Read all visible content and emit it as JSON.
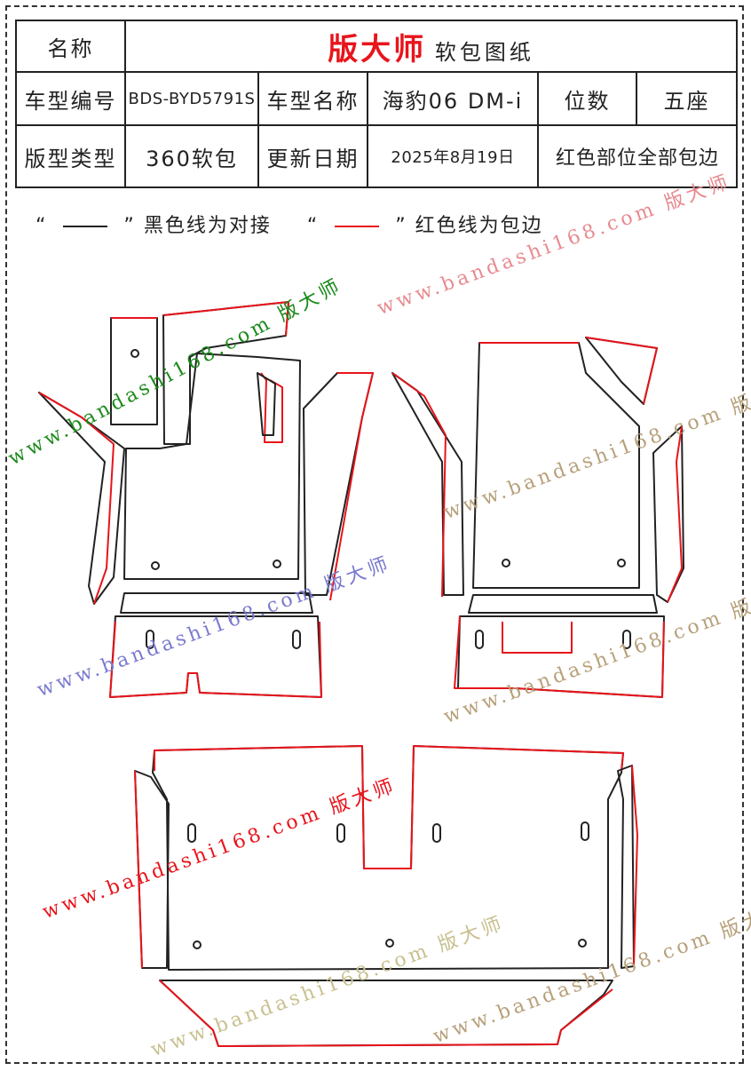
{
  "header": {
    "label_name": "名称",
    "brand": "版大师",
    "brand_sub": "软包图纸",
    "label_code": "车型编号",
    "code": "BDS-BYD5791S",
    "label_model": "车型名称",
    "model": "海豹06 DM-i",
    "label_seats": "位数",
    "seats": "五座",
    "label_type": "版型类型",
    "type": "360软包",
    "label_date": "更新日期",
    "date": "2025年8月19日",
    "note": "红色部位全部包边"
  },
  "legend": {
    "q_open": "“",
    "q_close": "”",
    "black_text": "黑色线为对接",
    "red_text": "红色线为包边"
  },
  "watermark": "www.bandashi168.com 版大师",
  "colors": {
    "edge_red": "#e8141b",
    "line_black": "#222222"
  }
}
